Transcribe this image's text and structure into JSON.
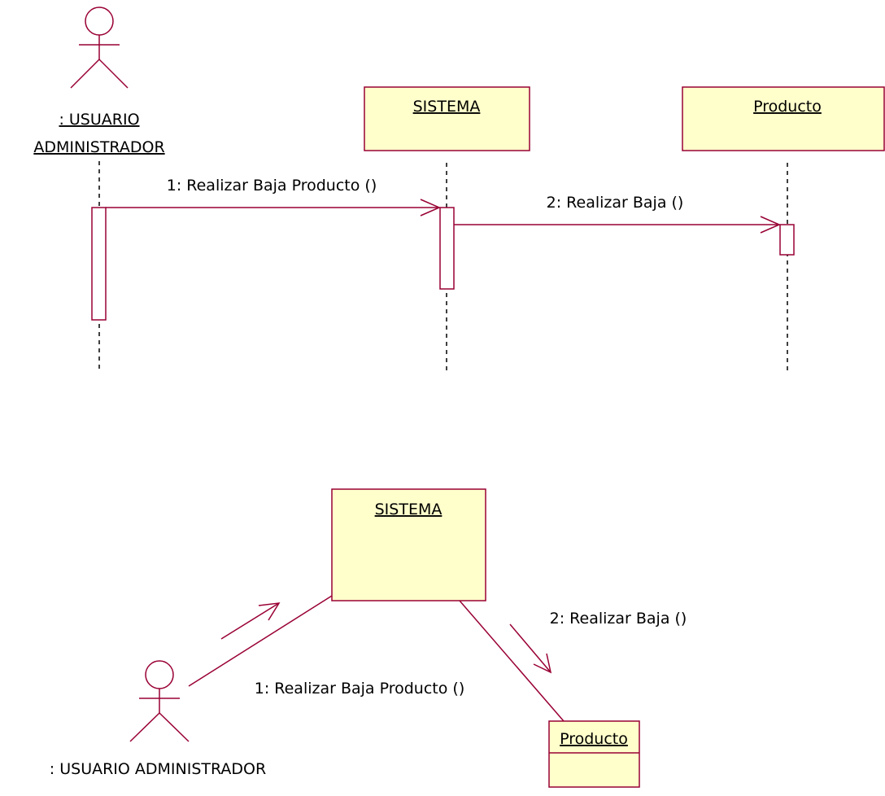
{
  "colors": {
    "line": "#990033",
    "box_fill": "#ffffcc",
    "text": "#000000",
    "lifeline": "#000000"
  },
  "sequence": {
    "actor_name_line1": ": USUARIO",
    "actor_name_line2": "ADMINISTRADOR",
    "sistema_label": "SISTEMA",
    "producto_label": "Producto",
    "msg1": "1: Realizar Baja Producto ()",
    "msg2": "2: Realizar Baja ()"
  },
  "collaboration": {
    "sistema_label": "SISTEMA",
    "producto_label": "Producto",
    "actor_name": ": USUARIO ADMINISTRADOR",
    "msg1": "1: Realizar Baja Producto ()",
    "msg2": "2: Realizar Baja ()"
  }
}
